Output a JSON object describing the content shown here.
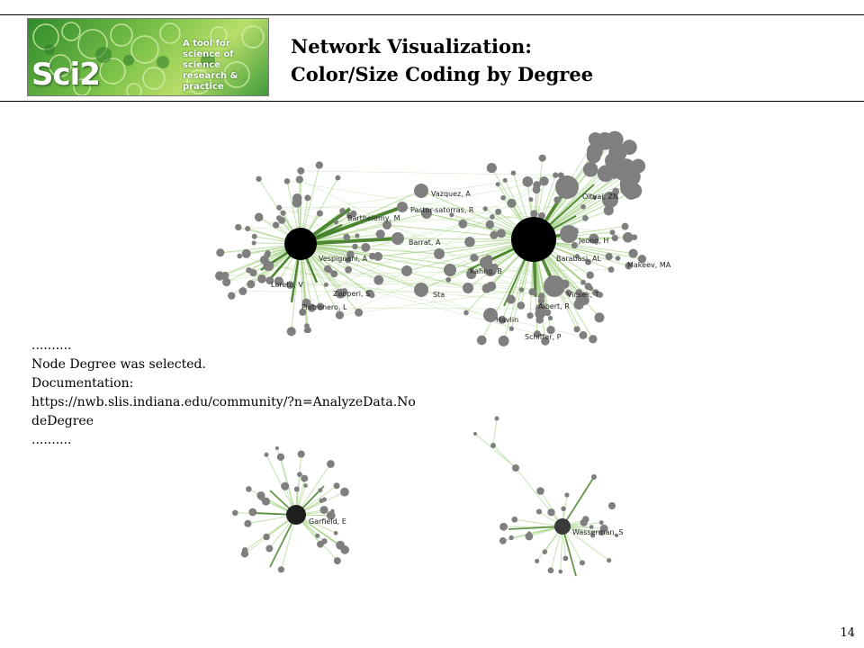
{
  "banner": {
    "logo": "Sci2",
    "tagline_lines": [
      "A tool for",
      "science of science",
      "research & practice"
    ]
  },
  "title": {
    "line1": "Network Visualization:",
    "line2": "Color/Size Coding by Degree"
  },
  "log": {
    "lines": [
      "..........",
      "Node Degree was selected.",
      "Documentation:",
      "https://nwb.slis.indiana.edu/community/?n=AnalyzeData.No",
      "deDegree",
      ".........."
    ]
  },
  "node_labels": {
    "vazquez": "Vazquez, A",
    "pastor": "Pastor-satorras, R",
    "barthelemy": "Barthelemy, M",
    "barrat": "Barrat, A",
    "vespignani": "Vespignani, A",
    "loreto": "Loreto, V",
    "zapperi": "Zapperi, S",
    "pietronero": "Pietronero, L",
    "sta": "Sta",
    "kahng": "Kahng, B",
    "havlin": "Havlin",
    "schiffer": "Schiffer, P",
    "albert": "Albert, R",
    "vicsek": "Vicsek, T",
    "barabasi": "Barabasi, AL",
    "jeong": "Jeong, H",
    "oltvai": "Oltvai, ZN",
    "makeev": "Makeev, MA",
    "garfield": "Garfield, E",
    "wasserman": "Wasserman, S"
  },
  "colors": {
    "edge_light": "#9fd07f",
    "edge_dark": "#3c7a1f",
    "node_gray": "#7f7f7f",
    "node_hub": "#000000"
  },
  "page_number": "14"
}
